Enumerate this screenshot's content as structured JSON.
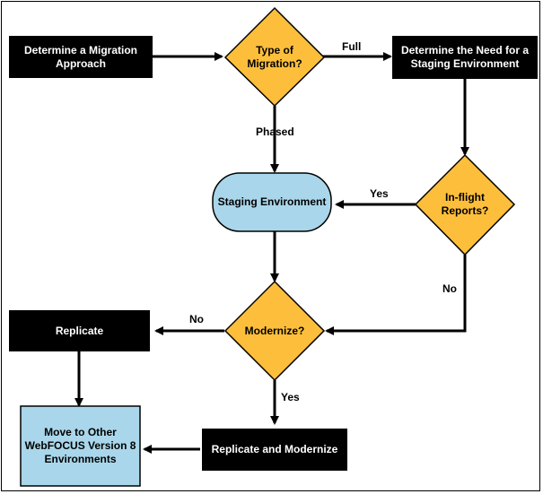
{
  "nodes": {
    "determine_approach": "Determine a Migration Approach",
    "type_of_migration": "Type of Migration?",
    "determine_staging": "Determine the Need for a Staging Environment",
    "staging_environment": "Staging Environment",
    "inflight_reports": "In-flight Reports?",
    "modernize": "Modernize?",
    "replicate": "Replicate",
    "replicate_and_modernize": "Replicate and Modernize",
    "move_to_other": "Move to Other WebFOCUS Version 8 Environments"
  },
  "edges": {
    "full": "Full",
    "phased": "Phased",
    "yes_inflight": "Yes",
    "no_inflight": "No",
    "no_modernize": "No",
    "yes_modernize": "Yes"
  },
  "colors": {
    "process_fill": "#000000",
    "decision_fill": "#fdbf3b",
    "terminal_fill": "#a9d6ea",
    "line": "#000000"
  }
}
